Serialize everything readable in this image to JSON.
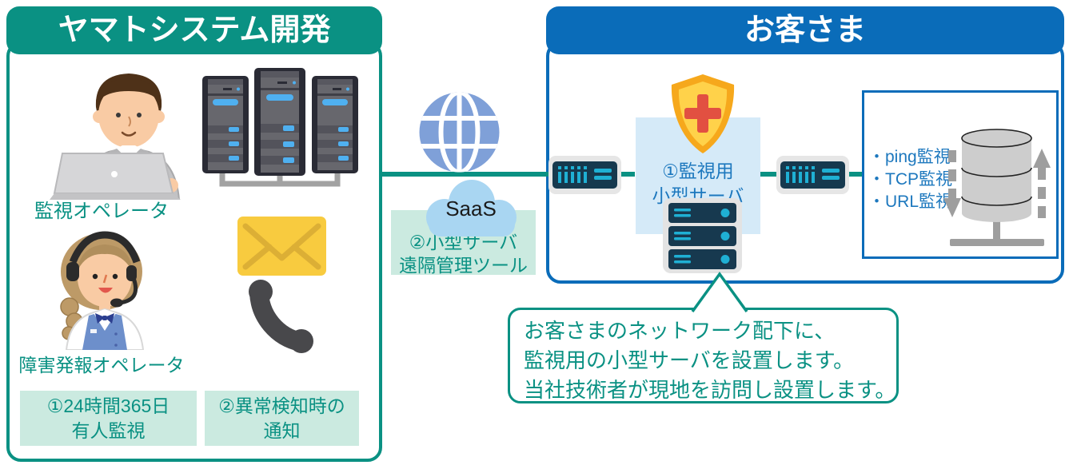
{
  "left_panel": {
    "title": "ヤマトシステム開発",
    "operator1_label": "監視オペレータ",
    "operator2_label": "障害発報オペレータ",
    "badge1": {
      "line1": "①24時間365日",
      "line2": "有人監視"
    },
    "badge2": {
      "line1": "②異常検知時の",
      "line2": "通知"
    }
  },
  "connection": {
    "saas_label": "SaaS",
    "tool_box": {
      "line1": "②小型サーバ",
      "line2": "遠隔管理ツール"
    }
  },
  "right_panel": {
    "title": "お客さま",
    "monitor_server_box": {
      "line1": "①監視用",
      "line2": "小型サーバ"
    },
    "monitoring_list": [
      "・ping監視",
      "・TCP監視",
      "・URL監視"
    ]
  },
  "callout": {
    "line1": "お客さまのネットワーク配下に、",
    "line2": "監視用の小型サーバを設置します。",
    "line3": "当社技術者が現地を訪問し設置します。"
  },
  "colors": {
    "teal": "#0A9183",
    "mint": "#CBEAE0",
    "blue": "#0A6CB9",
    "light_blue_box": "#D5EAF8",
    "blue_text": "#1D78BE",
    "device_navy": "#16394E",
    "device_cyan": "#1FB0D4",
    "globe_blue": "#7FA0D8",
    "cloud_blue": "#A9D6F2",
    "shield_gold": "#FFB400",
    "cross_red": "#E25041",
    "envelope_yellow": "#F8CB3F",
    "phone_gray": "#48484B"
  }
}
